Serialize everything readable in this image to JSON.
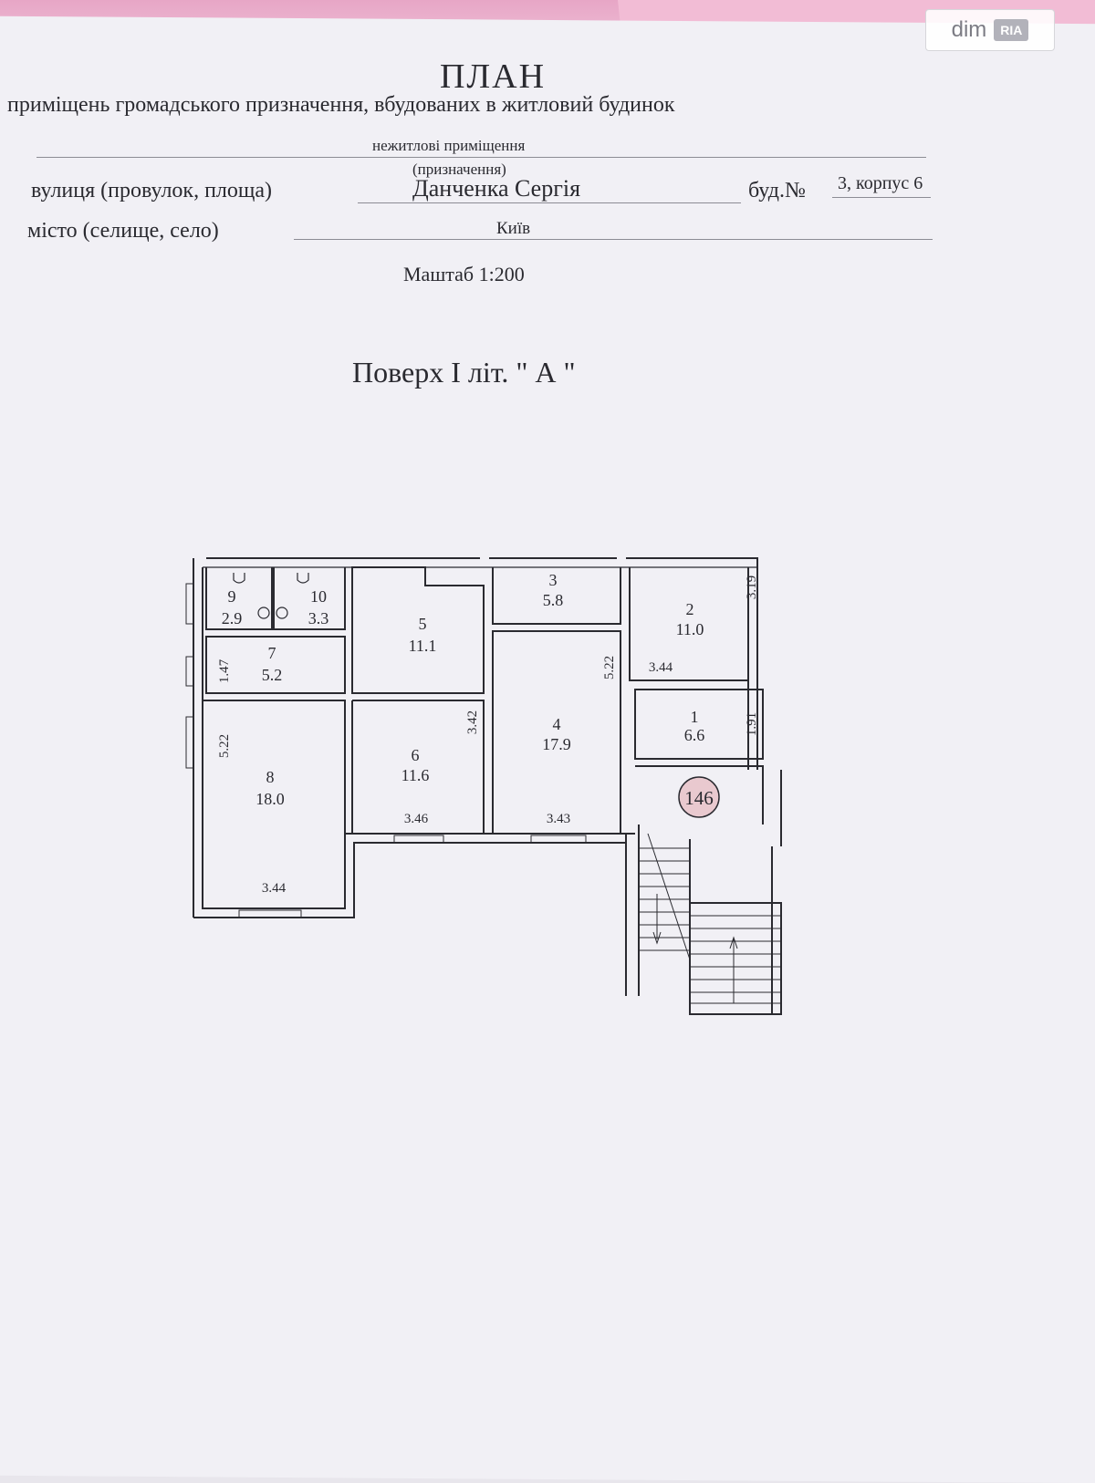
{
  "header": {
    "title": "ПЛАН",
    "subtitle": "приміщень громадського призначення, вбудованих в житловий будинок",
    "purpose_value": "нежитлові приміщення",
    "purpose_caption": "(призначення)",
    "street_label": "вулиця (провулок, площа)",
    "street_value": "Данченка Сергія",
    "building_label": "буд.№",
    "building_value": "3, корпус 6",
    "city_label": "місто (селище, село)",
    "city_value": "Київ",
    "scale": "Маштаб 1:200"
  },
  "floor_title": "Поверх І літ. \" А \"",
  "rooms": [
    {
      "num": "1",
      "area": "6.6"
    },
    {
      "num": "2",
      "area": "11.0"
    },
    {
      "num": "3",
      "area": "5.8"
    },
    {
      "num": "4",
      "area": "17.9"
    },
    {
      "num": "5",
      "area": "11.1"
    },
    {
      "num": "6",
      "area": "11.6"
    },
    {
      "num": "7",
      "area": "5.2"
    },
    {
      "num": "8",
      "area": "18.0"
    },
    {
      "num": "9",
      "area": "2.9"
    },
    {
      "num": "10",
      "area": "3.3"
    }
  ],
  "dimensions": {
    "r2_width": "3.44",
    "r2_height": "3.19",
    "r1_height": "1.91",
    "r4_width": "3.43",
    "r4_height": "5.22",
    "r6_width": "3.46",
    "r6_height": "3.42",
    "r7_height": "1.47",
    "r8_width": "3.44",
    "r8_height": "5.22"
  },
  "stair_label": "146",
  "watermark": {
    "dim": "dim",
    "ria": "RIA"
  },
  "colors": {
    "paper": "#f1f0f5",
    "ink": "#2a2a30",
    "pink": "#f0bcd5"
  }
}
